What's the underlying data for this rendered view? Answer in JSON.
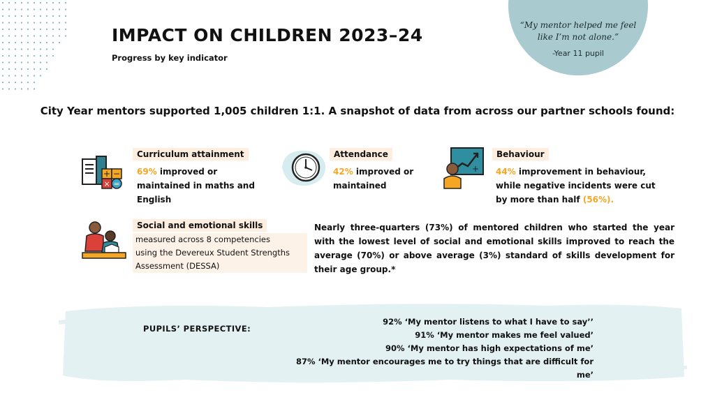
{
  "header": {
    "title": "IMPACT ON CHILDREN 2023–24",
    "subtitle": "Progress by key indicator"
  },
  "quote": {
    "text_line1": "“My mentor helped me feel",
    "text_line2": "like I’m not alone.”",
    "attribution": "-Year 11 pupil"
  },
  "headline": "City Year mentors supported 1,005 children 1:1.  A snapshot of data from across our partner schools found:",
  "indicators": {
    "curriculum": {
      "label": "Curriculum attainment",
      "value": "69%",
      "line1": " improved or",
      "line2": "maintained in maths and",
      "line3": "English"
    },
    "attendance": {
      "label": "Attendance",
      "value": "42%",
      "line1": " improved or",
      "line2": "maintained"
    },
    "behaviour": {
      "label": "Behaviour",
      "value": "44%",
      "line1": " improvement in behaviour,",
      "line2": "while negative incidents were cut",
      "line3": "by more than half ",
      "value2": "(56%)."
    },
    "social": {
      "label": "Social and emotional skills",
      "desc_line1": "measured across 8 competencies",
      "desc_line2": "using the Devereux Student Strengths",
      "desc_line3": "Assessment (DESSA)",
      "paragraph": "Nearly three-quarters (73%) of mentored children who started the year with the lowest level of social and emotional skills improved to reach the average (70%) or above average (3%) standard of skills development for their age group.*"
    }
  },
  "perspective": {
    "label": "PUPILS’ PERSPECTIVE:",
    "items": [
      "92% ‘My mentor listens to what I have to say’’",
      "91% ‘My mentor makes me feel valued’",
      "90% ‘My mentor has high expectations of me’",
      "87% ‘My mentor encourages me to try things that are difficult for me’"
    ]
  },
  "colors": {
    "accent_orange": "#f5a623",
    "label_bg": "#fdeee0",
    "quote_circle": "#a9cbd0",
    "brush": "#e3f1f2"
  },
  "icons": [
    "books-math-icon",
    "clock-icon",
    "growth-chart-pupil-icon",
    "mentor-reading-icon"
  ]
}
